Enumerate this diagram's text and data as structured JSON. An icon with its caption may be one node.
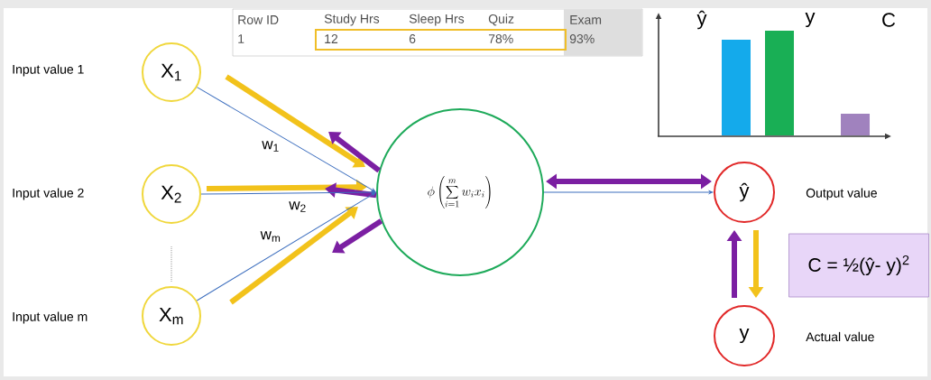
{
  "diagram": {
    "nodes": [
      {
        "text": [
          "X$_{1}$"
        ]
      },
      {
        "text": [
          "X$_{2}$"
        ]
      },
      {
        "text": [
          "X$_{m}$"
        ]
      },
      {
        "text": [
          "\\phi\\left(\\sum_{i=1}^{m} w_i x_i\\right)"
        ]
      },
      {
        "text": [
          "ŷ"
        ],
        "beside": [
          "Output value"
        ]
      },
      {
        "text": [
          "y"
        ],
        "beside": [
          "Actual value"
        ]
      },
      {
        "text": [
          "C = ½(ŷ- y)$^{2}$"
        ]
      }
    ],
    "edges": [
      {
        "from": 0,
        "to": 3,
        "arrow": "to",
        "label": "w$_{1}$",
        "color": "#3c6ebe"
      },
      {
        "from": 1,
        "to": 3,
        "arrow": "to",
        "label": "w$_{2}$",
        "color": "#3c6ebe"
      },
      {
        "from": 2,
        "to": 3,
        "arrow": "to",
        "label": "w$_{m}$",
        "color": "#3c6ebe"
      },
      {
        "from": 3,
        "to": 4,
        "arrow": "to",
        "color": "#3c6ebe"
      },
      {
        "from": 0,
        "to": 3,
        "arrow": "to",
        "color": "#f2c21b"
      },
      {
        "from": 1,
        "to": 3,
        "arrow": "to",
        "color": "#f2c21b"
      },
      {
        "from": 2,
        "to": 3,
        "arrow": "to",
        "color": "#f2c21b"
      },
      {
        "from": 3,
        "to": null,
        "arrow": "to",
        "color": "#7b1fa2"
      },
      {
        "from": 3,
        "to": null,
        "arrow": "to",
        "color": "#7b1fa2"
      },
      {
        "from": 3,
        "to": null,
        "arrow": "to",
        "color": "#7b1fa2"
      },
      {
        "from": 3,
        "to": 4,
        "arrow": "both",
        "color": "#7b1fa2"
      },
      {
        "from": 4,
        "to": 5,
        "arrow": "to",
        "color": "#f2c21b"
      },
      {
        "from": 5,
        "to": 4,
        "arrow": "to",
        "color": "#7b1fa2"
      }
    ],
    "labels": [
      "Input value 1",
      "Input value 2",
      "Input value m",
      "Row ID",
      "Study Hrs",
      "Sleep Hrs",
      "Quiz",
      "Exam",
      "1",
      "12",
      "6",
      "78%",
      "93%",
      "ŷ",
      "y",
      "C"
    ]
  }
}
